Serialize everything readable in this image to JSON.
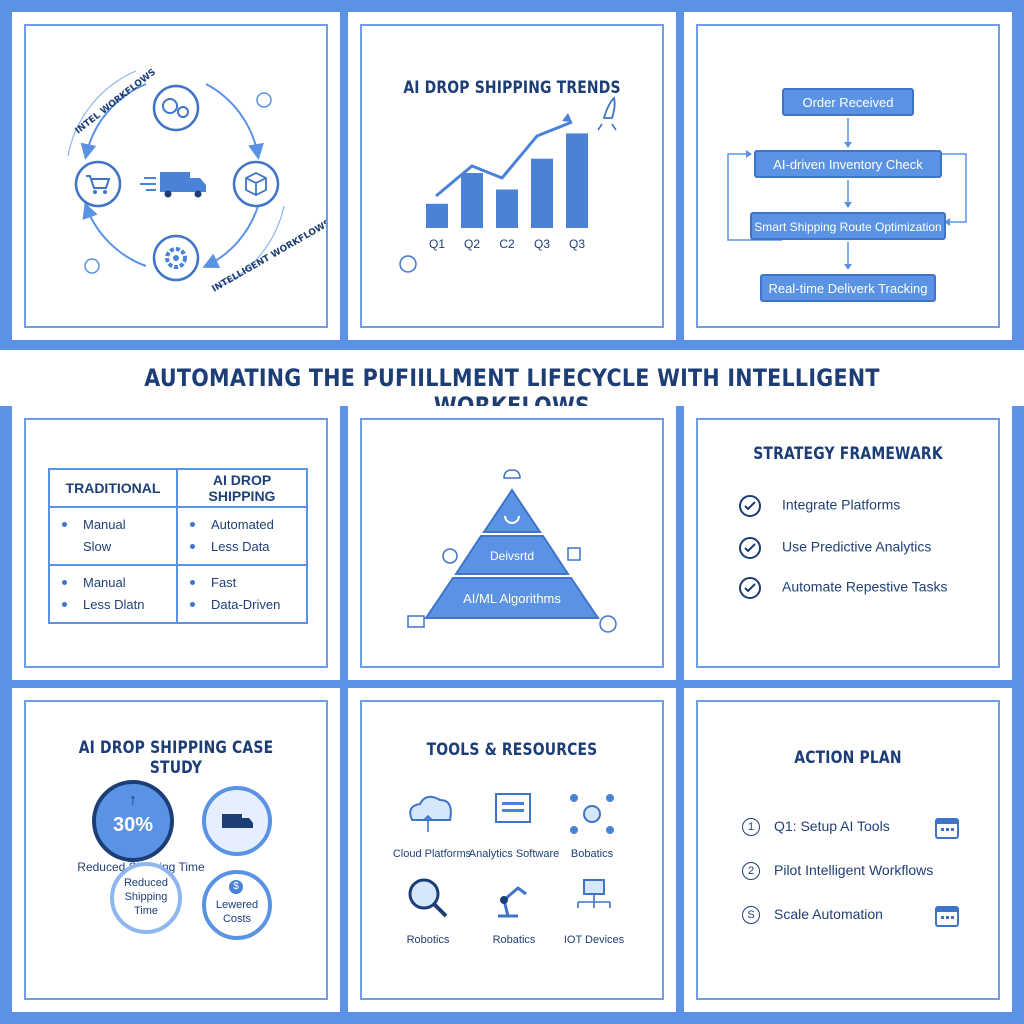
{
  "main_title": "AUTOMATING THE PUFIILLMENT LIFECYCLE WITH INTELLIGENT WORKFLOWS",
  "colors": {
    "accent": "#5b93e4",
    "navy": "#1c3d76",
    "light": "#d6e6fb"
  },
  "cycle": {
    "top_label": "INTEL WORKFLOWS",
    "bottom_label": "INTELLIGENT WORKFLOWS",
    "icons": [
      "gears-icon",
      "cart-icon",
      "truck-icon",
      "box-icon",
      "gear-icon",
      "brain-icon"
    ]
  },
  "trends": {
    "title": "AI DROP SHIPPING TRENDS",
    "chart_data": {
      "type": "bar",
      "categories": [
        "Q1",
        "Q2",
        "C2",
        "Q3",
        "Q3"
      ],
      "values": [
        22,
        50,
        35,
        63,
        86
      ],
      "ylim": [
        0,
        100
      ],
      "title": "AI DROP SHIPPING TRENDS"
    }
  },
  "flow": {
    "steps": [
      "Order Received",
      "AI-driven Inventory Check",
      "Smart Shipping Route Optimization",
      "Real-time Deliverk Tracking"
    ]
  },
  "comparison": {
    "headers": [
      "TRADITIONAL",
      "AI DROP SHIPPING"
    ],
    "rows": [
      {
        "left": [
          "Manual",
          "Slow"
        ],
        "right": [
          "Automated",
          "Less Data"
        ]
      },
      {
        "left": [
          "Manual",
          "Less Dlatn"
        ],
        "right": [
          "Fast",
          "Data-Driven"
        ]
      }
    ]
  },
  "pyramid": {
    "top": "",
    "middle": "Deivsrtd",
    "bottom": "AI/ML Algorithms"
  },
  "strategy": {
    "title": "STRATEGY FRAMEWARK",
    "items": [
      "Integrate Platforms",
      "Use Predictive Analytics",
      "Automate Repestive Tasks"
    ]
  },
  "case_study": {
    "title": "AI DROP SHIPPING CASE STUDY",
    "stat_value": "30%",
    "stat_caption": "Reduced Shipping Time",
    "circle_1": "Reduced Shipping Time",
    "circle_2": "Lewered Costs"
  },
  "tools": {
    "title": "TOOLS & RESOURCES",
    "items": [
      "Cloud Platforms",
      "Analytics Software",
      "Bobatics",
      "Robotics",
      "Robatics",
      "IOT Devices"
    ]
  },
  "action": {
    "title": "ACTION PLAN",
    "steps": [
      {
        "num": "1",
        "text": "Q1: Setup AI Tools"
      },
      {
        "num": "2",
        "text": "Pilot Intelligent Workflows"
      },
      {
        "num": "S",
        "text": "Scale Automation"
      }
    ]
  }
}
